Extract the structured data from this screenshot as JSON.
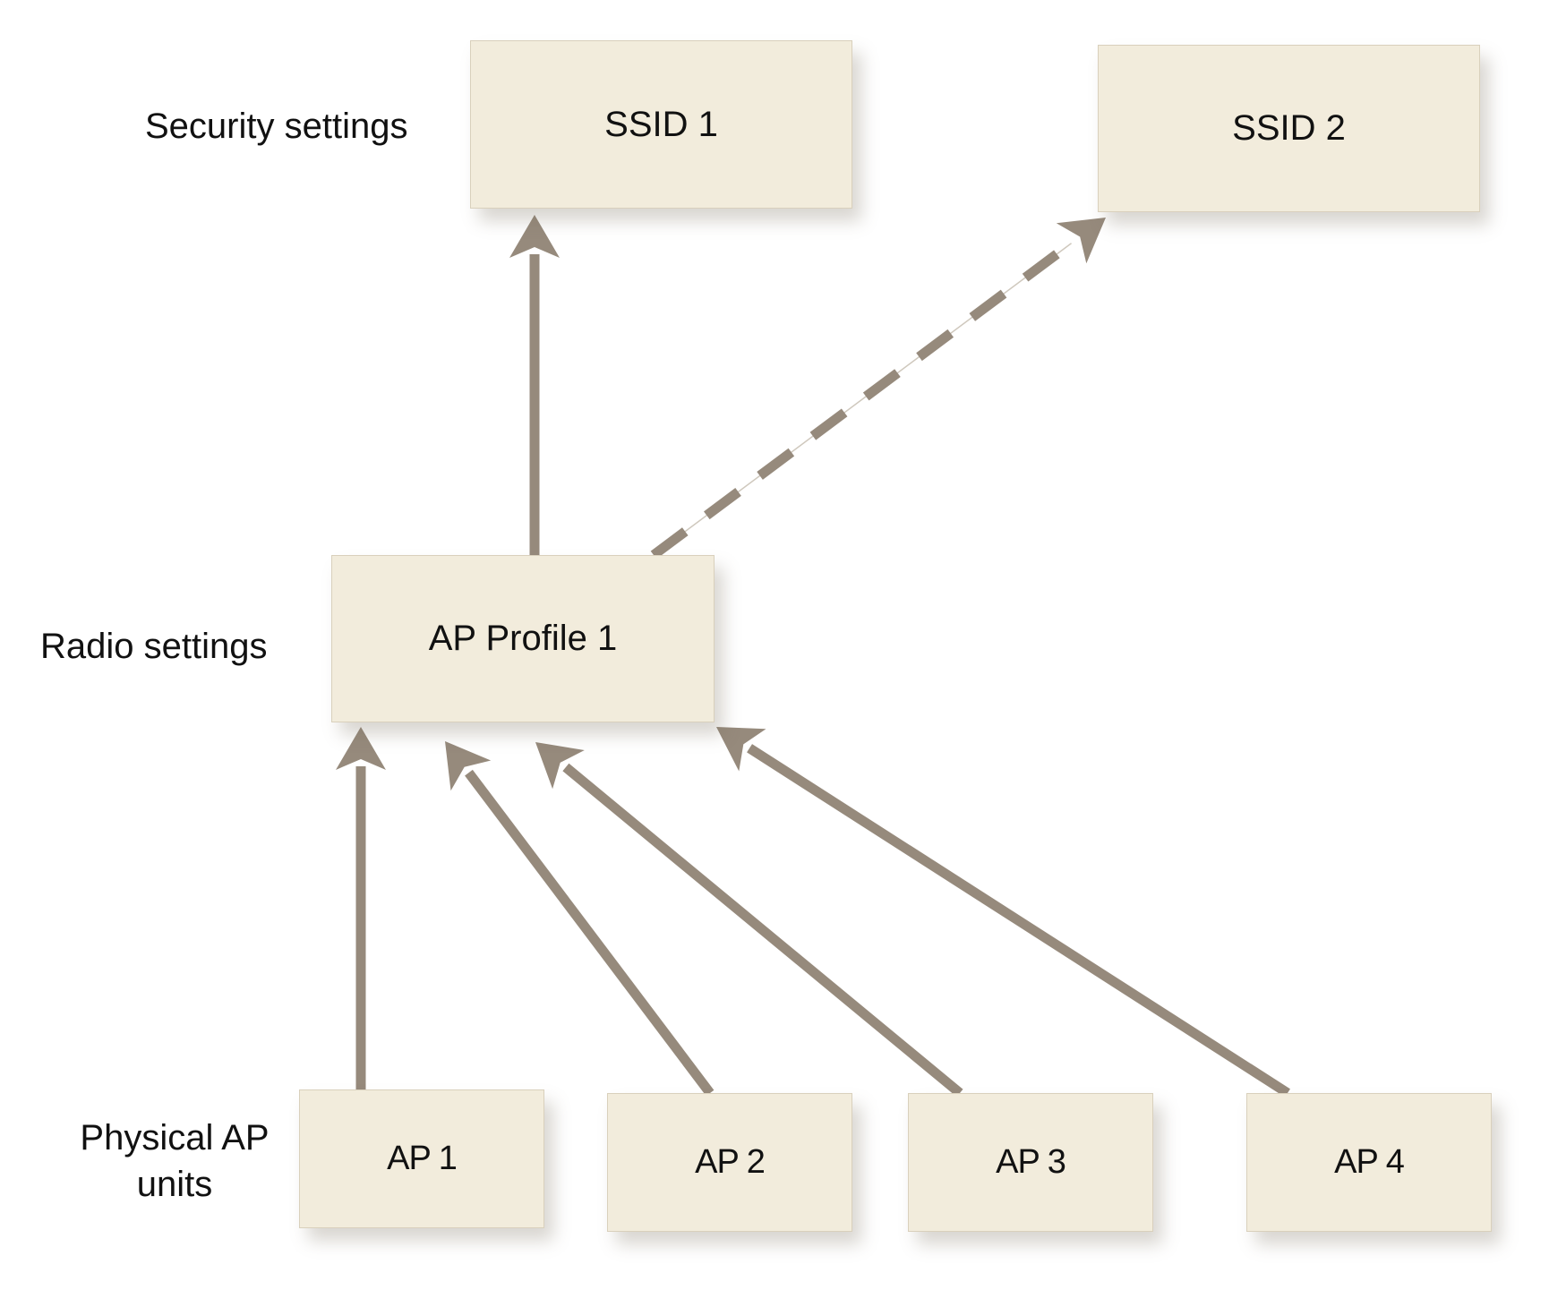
{
  "colors": {
    "box_fill": "#f2ecdc",
    "arrow": "#968a7c",
    "text": "#111111"
  },
  "tiers": {
    "security": "Security settings",
    "radio": "Radio settings",
    "physical": "Physical AP\nunits"
  },
  "nodes": {
    "ssid1": "SSID 1",
    "ssid2": "SSID 2",
    "profile": "AP Profile 1",
    "ap1": "AP 1",
    "ap2": "AP 2",
    "ap3": "AP 3",
    "ap4": "AP 4"
  },
  "edges": [
    {
      "from": "profile",
      "to": "ssid1",
      "style": "solid"
    },
    {
      "from": "profile",
      "to": "ssid2",
      "style": "dashed"
    },
    {
      "from": "ap1",
      "to": "profile",
      "style": "solid"
    },
    {
      "from": "ap2",
      "to": "profile",
      "style": "solid"
    },
    {
      "from": "ap3",
      "to": "profile",
      "style": "solid"
    },
    {
      "from": "ap4",
      "to": "profile",
      "style": "solid"
    }
  ]
}
